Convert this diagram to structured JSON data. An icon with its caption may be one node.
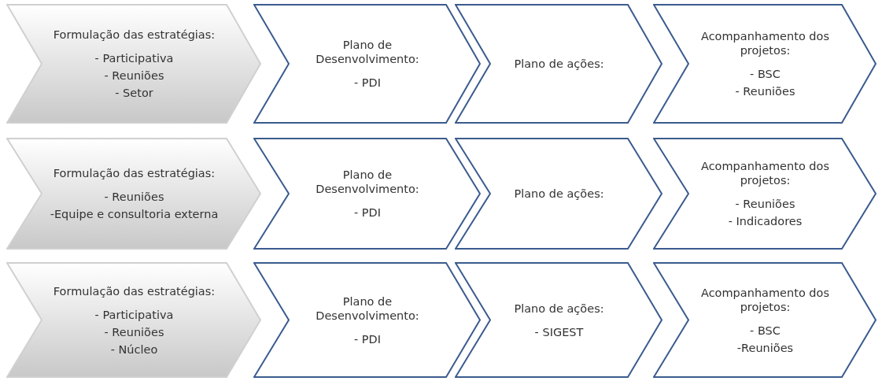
{
  "diagram": {
    "nodes": [
      {
        "text": [
          "Formulação das estratégias:",
          "- Participativa",
          "- Reuniões",
          "- Setor"
        ]
      },
      {
        "text": [
          "Plano de Desenvolvimento:",
          "- PDI"
        ]
      },
      {
        "text": [
          "Plano de ações:"
        ]
      },
      {
        "text": [
          "Acompanhamento dos projetos:",
          "- BSC",
          "- Reuniões"
        ]
      },
      {
        "text": [
          "Formulação das estratégias:",
          "- Reuniões",
          "-Equipe e consultoria externa"
        ]
      },
      {
        "text": [
          "Plano de Desenvolvimento:",
          "- PDI"
        ]
      },
      {
        "text": [
          "Plano de ações:"
        ]
      },
      {
        "text": [
          "Acompanhamento dos projetos:",
          "- Reuniões",
          "- Indicadores"
        ]
      },
      {
        "text": [
          "Formulação das estratégias:",
          "- Participativa",
          "- Reuniões",
          "- Núcleo"
        ]
      },
      {
        "text": [
          "Plano de Desenvolvimento:",
          "- PDI"
        ]
      },
      {
        "text": [
          "Plano de ações:",
          "- SIGEST"
        ]
      },
      {
        "text": [
          "Acompanhamento dos projetos:",
          "- BSC",
          "-Reuniões"
        ]
      }
    ]
  }
}
